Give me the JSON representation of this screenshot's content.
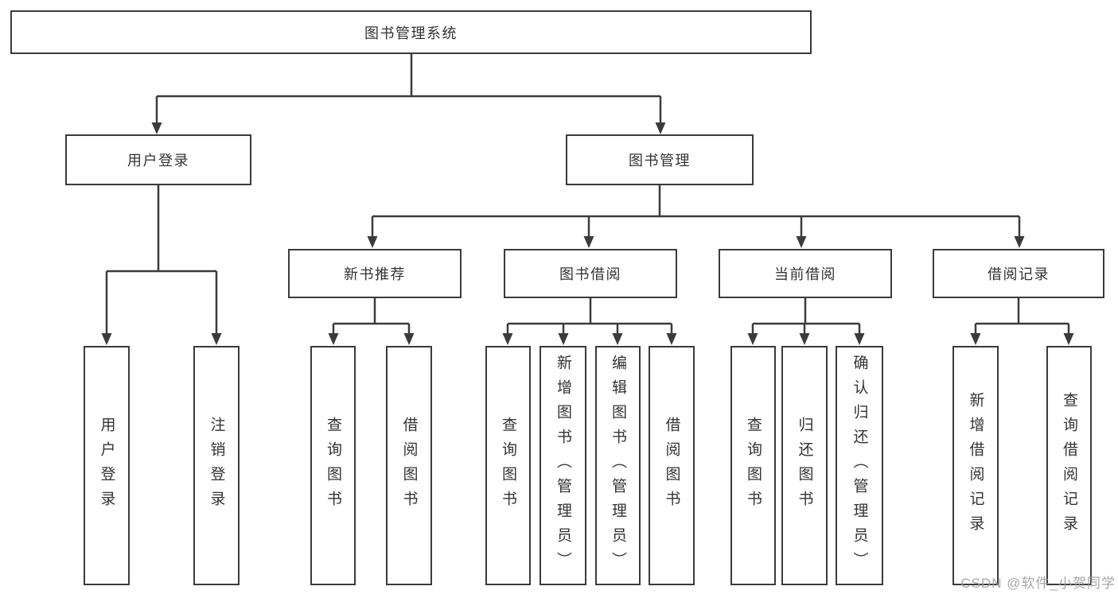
{
  "colors": {
    "line": "#3b3b3b",
    "text": "#333333",
    "background": "#ffffff",
    "watermark_text": "#9e9e9e"
  },
  "tree": {
    "label": "图书管理系统",
    "children": [
      {
        "label": "用户登录",
        "children": [
          {
            "label": "用户登录"
          },
          {
            "label": "注销登录"
          }
        ]
      },
      {
        "label": "图书管理",
        "children": [
          {
            "label": "新书推荐",
            "children": [
              {
                "label": "查询图书"
              },
              {
                "label": "借阅图书"
              }
            ]
          },
          {
            "label": "图书借阅",
            "children": [
              {
                "label": "查询图书"
              },
              {
                "label": "新增图书（管理员）"
              },
              {
                "label": "编辑图书（管理员）"
              },
              {
                "label": "借阅图书"
              }
            ]
          },
          {
            "label": "当前借阅",
            "children": [
              {
                "label": "查询图书"
              },
              {
                "label": "归还图书"
              },
              {
                "label": "确认归还（管理员）"
              }
            ]
          },
          {
            "label": "借阅记录",
            "children": [
              {
                "label": "新增借阅记录"
              },
              {
                "label": "查询借阅记录"
              }
            ]
          }
        ]
      }
    ]
  },
  "watermark": "CSDN @软件_小贺同学"
}
